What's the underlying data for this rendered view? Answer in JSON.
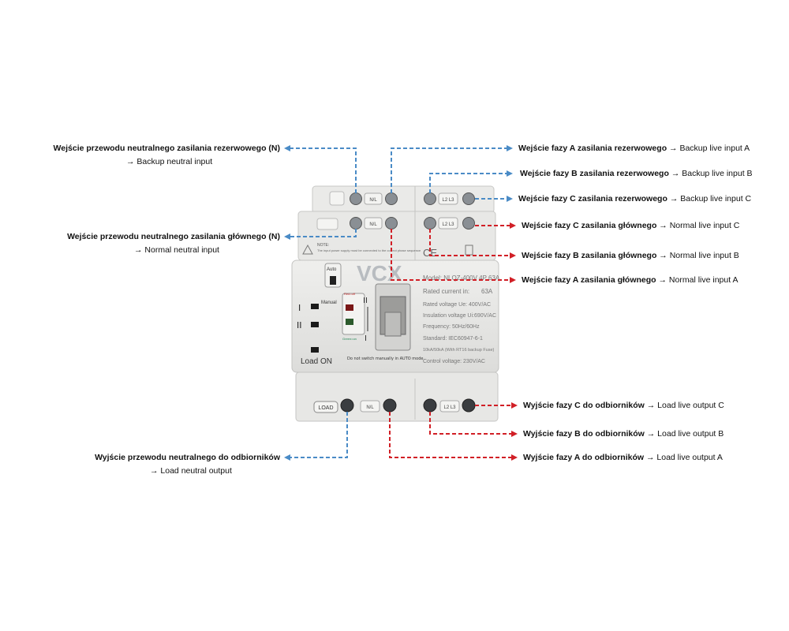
{
  "labels": {
    "backup_neutral": {
      "pl": "Wejście przewodu neutralnego zasilania rezerwowego (N)",
      "en": "→ Backup neutral input"
    },
    "normal_neutral": {
      "pl": "Wejście przewodu neutralnego zasilania głównego (N)",
      "en": "→ Normal neutral input"
    },
    "load_neutral": {
      "pl": "Wyjście przewodu neutralnego do odbiorników",
      "en": "→ Load neutral output"
    },
    "backup_a": {
      "pl": "Wejście fazy A zasilania rezerwowego",
      "en": "→ Backup live input A"
    },
    "backup_b": {
      "pl": "Wejście fazy B zasilania rezerwowego",
      "en": "→ Backup live input B"
    },
    "backup_c": {
      "pl": "Wejście fazy C zasilania rezerwowego",
      "en": "→ Backup live input C"
    },
    "normal_c": {
      "pl": "Wejście fazy C zasilania głównego",
      "en": "→ Normal live input C"
    },
    "normal_b": {
      "pl": "Wejście fazy B zasilania głównego",
      "en": "→  Normal live input B"
    },
    "normal_a": {
      "pl": "Wejście fazy A zasilania głównego",
      "en": "→  Normal live input A"
    },
    "load_c": {
      "pl": "Wyjście fazy C do odbiorników",
      "en": "→  Load live output C"
    },
    "load_b": {
      "pl": "Wyjście fazy B do odbiorników",
      "en": "→ Load live output B"
    },
    "load_a": {
      "pl": "Wyjście fazy A do odbiorników",
      "en": "→  Load live output A"
    }
  },
  "device": {
    "brand": "VCX",
    "model": "Model: NLQZ-400V 4P 63A",
    "rated_current_label": "Rated current in:",
    "rated_current_value": "63A",
    "rated_voltage": "Rated voltage Ue:    400V/AC",
    "insulation_voltage": "Insulation voltage Ui:690V/AC",
    "frequency": "Frequency:          50Hz/60Hz",
    "standard": "Standard:          IEC60947-6-1",
    "breaking": "10kA/50kA (With RT16 backup Fuse)",
    "control_voltage": "Control voltage:       230V/AC",
    "auto": "Auto",
    "manual": "Manual",
    "red_off": "Red=off",
    "green_on": "Green=on",
    "pos_1": "I",
    "pos_2": "II",
    "load_on": "Load ON",
    "warning": "Do not switch manually in AUTO mode",
    "note_title": "NOTE:",
    "note_text": "The input power supply must be connected to the correct phase sequence",
    "term_nl": "N/L",
    "term_l2l3": "L2 L3",
    "term_load": "LOAD",
    "ce": "CE"
  },
  "colors": {
    "blue_line": "#4a8bc6",
    "red_line": "#d11f26",
    "device_body": "#e6e6e4",
    "device_shadow": "#c9c9c7"
  }
}
